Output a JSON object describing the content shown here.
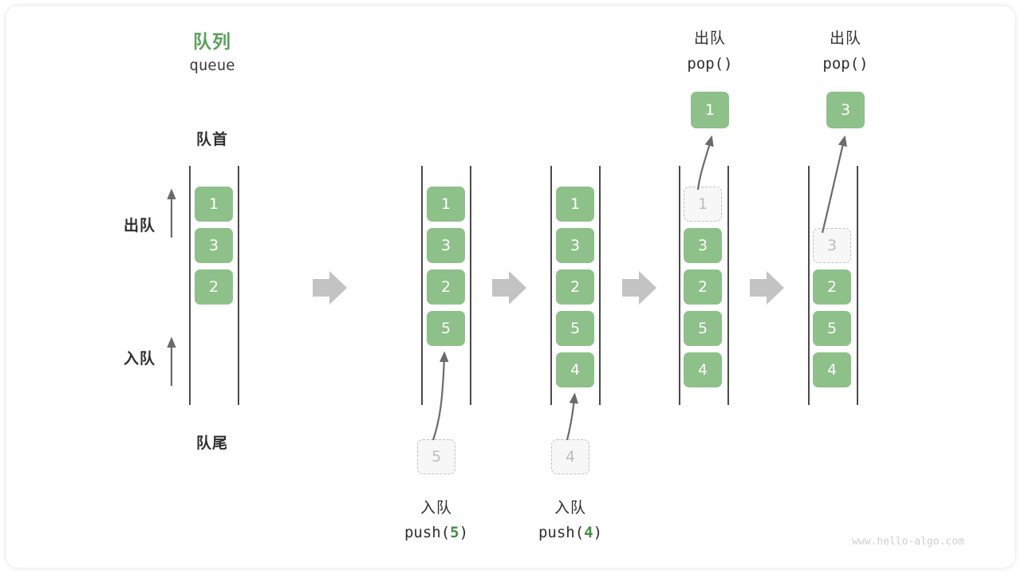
{
  "diagram": {
    "title_cn": "队列",
    "title_en": "queue",
    "front_label": "队首",
    "rear_label": "队尾",
    "dequeue_label": "出队",
    "enqueue_label": "入队",
    "watermark": "www.hello-algo.com",
    "accent_color": "#5ba05c",
    "cell_color": "#8ec08a",
    "ghost_color": "#f7f7f7",
    "arrow_color": "#c0c0c0",
    "rail_color": "#4a4a4a"
  },
  "steps": [
    {
      "id": "initial",
      "cells": [
        "1",
        "3",
        "2"
      ],
      "ghost_index": -1,
      "caption_cn": "",
      "caption_code": "",
      "incoming": null,
      "popped": null
    },
    {
      "id": "push-5",
      "cells": [
        "1",
        "3",
        "2",
        "5"
      ],
      "ghost_index": -1,
      "caption_cn": "入队",
      "caption_code_prefix": "push(",
      "caption_code_arg": "5",
      "caption_code_suffix": ")",
      "incoming": "5",
      "popped": null
    },
    {
      "id": "push-4",
      "cells": [
        "1",
        "3",
        "2",
        "5",
        "4"
      ],
      "ghost_index": -1,
      "caption_cn": "入队",
      "caption_code_prefix": "push(",
      "caption_code_arg": "4",
      "caption_code_suffix": ")",
      "incoming": "4",
      "popped": null
    },
    {
      "id": "pop-1",
      "cells": [
        "1",
        "3",
        "2",
        "5",
        "4"
      ],
      "ghost_index": 0,
      "header_cn": "出队",
      "header_code": "pop()",
      "popped": "1",
      "incoming": null
    },
    {
      "id": "pop-3",
      "cells": [
        "3",
        "2",
        "5",
        "4"
      ],
      "ghost_index": 0,
      "header_cn": "出队",
      "header_code": "pop()",
      "popped": "3",
      "incoming": null
    }
  ],
  "flow_arrows": [
    {
      "name": "flow-arrow-1"
    },
    {
      "name": "flow-arrow-2"
    },
    {
      "name": "flow-arrow-3"
    },
    {
      "name": "flow-arrow-4"
    }
  ]
}
